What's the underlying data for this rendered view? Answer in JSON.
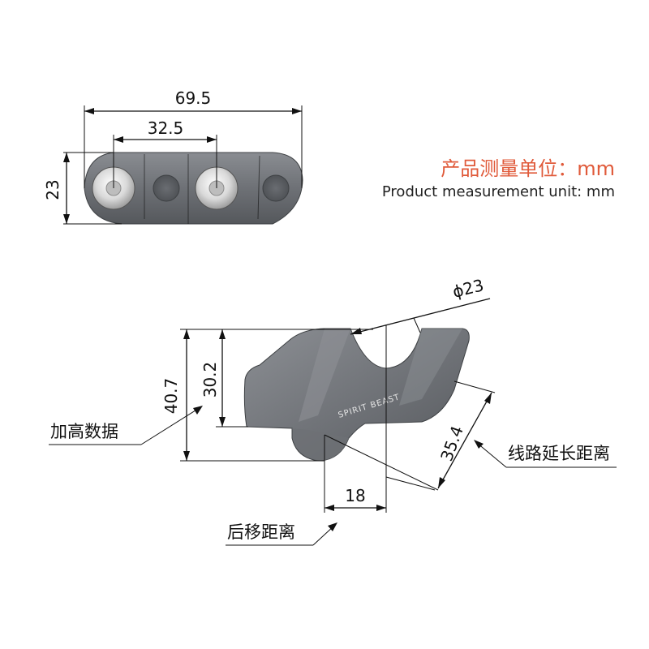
{
  "note": {
    "cn": "产品测量单位：mm",
    "en": "Product measurement unit: mm",
    "accent_color": "#e05a3a"
  },
  "top_view": {
    "total_length": "69.5",
    "hole_spacing": "32.5",
    "width": "23"
  },
  "side_view": {
    "diameter": "ϕ23",
    "total_height": "40.7",
    "height_30": "30.2",
    "line_extension": "35.4",
    "setback": "18",
    "brand": "SPIRIT BEAST"
  },
  "labels": {
    "raise": "加高数据",
    "line_extension": "线路延长距离",
    "setback": "后移距离"
  },
  "colors": {
    "metal_dark": "#5e6165",
    "metal_mid": "#7a7d82",
    "metal_light": "#9a9da2"
  }
}
